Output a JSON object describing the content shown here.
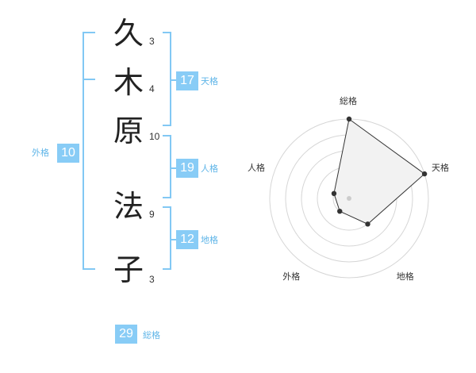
{
  "name": {
    "chars": [
      {
        "char": "久",
        "strokes": "3"
      },
      {
        "char": "木",
        "strokes": "4"
      },
      {
        "char": "原",
        "strokes": "10"
      },
      {
        "char": "法",
        "strokes": "9"
      },
      {
        "char": "子",
        "strokes": "3"
      }
    ]
  },
  "fortune": {
    "gaikaku": {
      "value": "10",
      "label": "外格"
    },
    "tenkaku": {
      "value": "17",
      "label": "天格"
    },
    "jinkaku": {
      "value": "19",
      "label": "人格"
    },
    "chikaku": {
      "value": "12",
      "label": "地格"
    },
    "soukaku": {
      "value": "29",
      "label": "総格"
    }
  },
  "colors": {
    "accent": "#88ccf6",
    "bracket": "#82c8f4"
  },
  "chart_data": {
    "type": "radar",
    "axes": [
      "総格",
      "天格",
      "地格",
      "外格",
      "人格"
    ],
    "values": [
      5,
      5,
      2,
      1,
      1
    ],
    "max": 5,
    "rings": 5
  }
}
